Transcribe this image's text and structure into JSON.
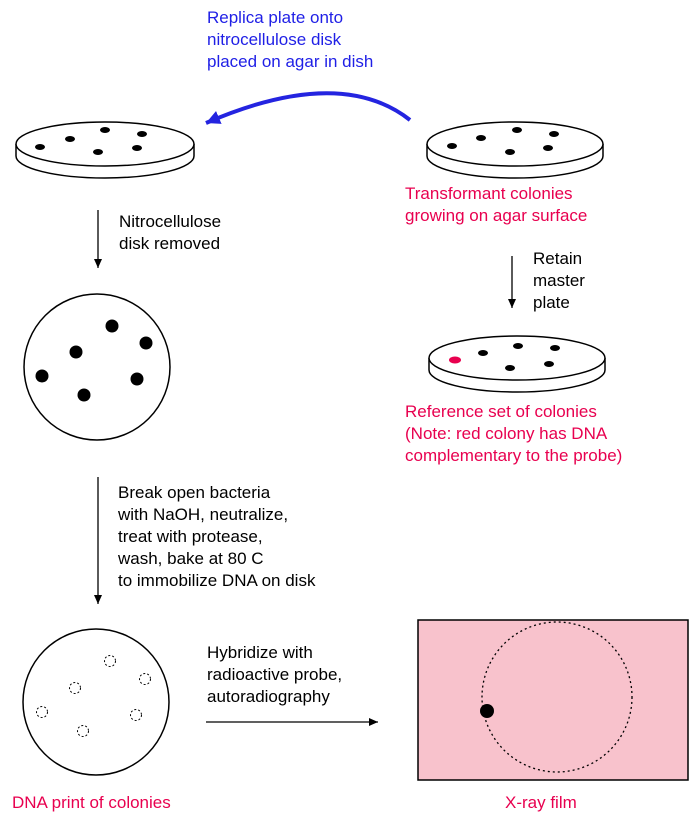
{
  "labels": {
    "replica": "Replica plate onto\nnitrocellulose disk\nplaced on agar in dish",
    "transformant": "Transformant colonies\ngrowing on agar surface",
    "nitro_removed": "Nitrocellulose\ndisk removed",
    "retain": "Retain\nmaster\nplate",
    "reference": "Reference set of colonies\n(Note: red colony has DNA\ncomplementary to the probe)",
    "break_open": "Break open bacteria\nwith NaOH, neutralize,\ntreat with protease,\nwash, bake at 80 C\nto immobilize DNA on disk",
    "hybridize": "Hybridize with\nradioactive probe,\nautoradiography",
    "dna_print": "DNA print of colonies",
    "xray": "X-ray film"
  },
  "colors": {
    "text_black": "#000000",
    "text_red": "#e8004f",
    "text_blue": "#1f1fe6",
    "arrow_blue": "#2424e0",
    "film_pink": "#f8c2cc",
    "highlight_colony": "#e8004f"
  }
}
